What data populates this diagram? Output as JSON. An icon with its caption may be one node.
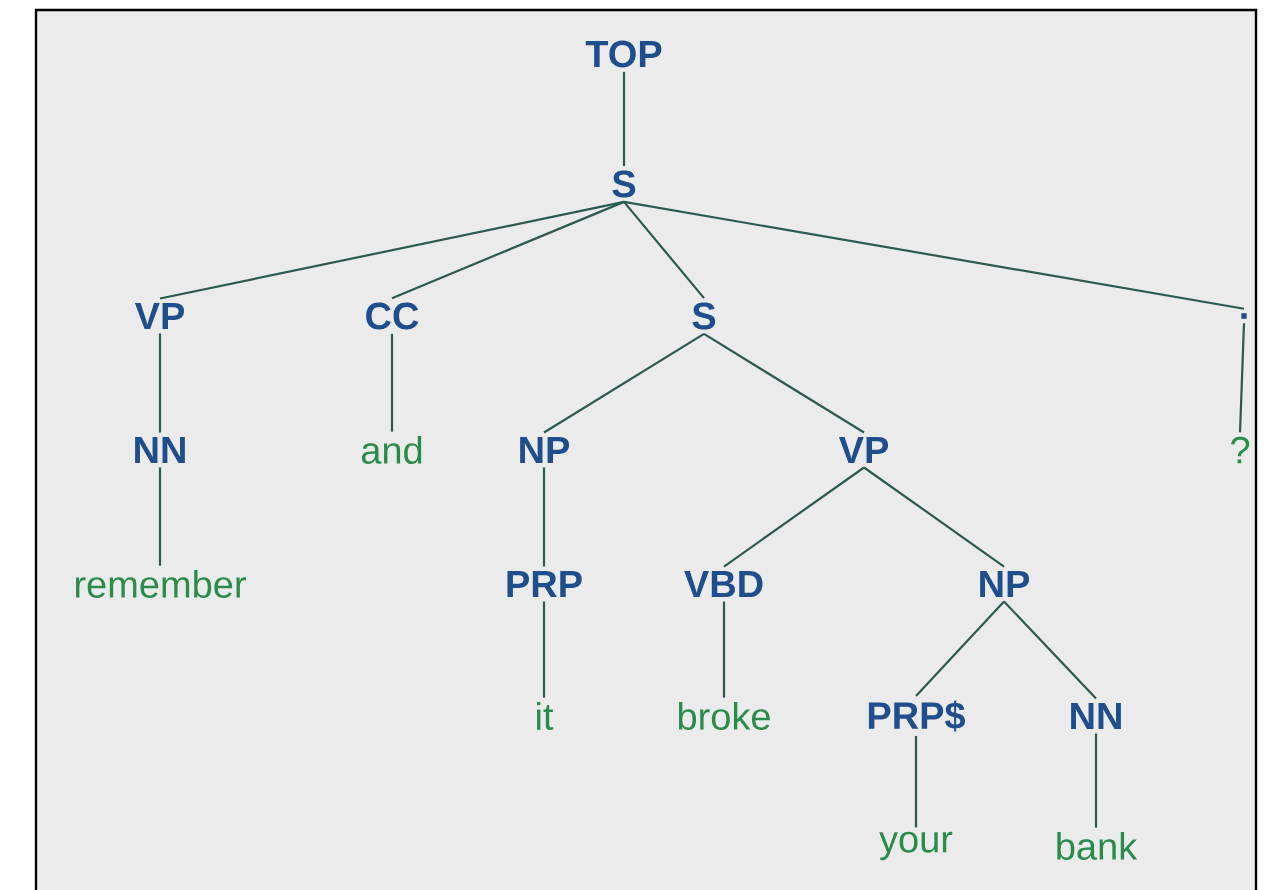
{
  "diagram": {
    "nodes": [
      {
        "text": [
          "TOP"
        ]
      },
      {
        "text": [
          "S"
        ]
      },
      {
        "text": [
          "VP"
        ]
      },
      {
        "text": [
          "CC"
        ]
      },
      {
        "text": [
          "S"
        ]
      },
      {
        "text": [
          "."
        ]
      },
      {
        "text": [
          "NN"
        ]
      },
      {
        "text": [
          "and"
        ]
      },
      {
        "text": [
          "NP"
        ]
      },
      {
        "text": [
          "VP"
        ]
      },
      {
        "text": [
          "?"
        ]
      },
      {
        "text": [
          "remember"
        ]
      },
      {
        "text": [
          "PRP"
        ]
      },
      {
        "text": [
          "VBD"
        ]
      },
      {
        "text": [
          "NP"
        ]
      },
      {
        "text": [
          "it"
        ]
      },
      {
        "text": [
          "broke"
        ]
      },
      {
        "text": [
          "PRP$"
        ]
      },
      {
        "text": [
          "NN"
        ]
      },
      {
        "text": [
          "your"
        ]
      },
      {
        "text": [
          "bank"
        ]
      }
    ],
    "edges": [
      {
        "from": 0,
        "to": 1,
        "arrow": "none"
      },
      {
        "from": 1,
        "to": 2,
        "arrow": "none"
      },
      {
        "from": 1,
        "to": 3,
        "arrow": "none"
      },
      {
        "from": 1,
        "to": 4,
        "arrow": "none"
      },
      {
        "from": 1,
        "to": 5,
        "arrow": "none"
      },
      {
        "from": 2,
        "to": 6,
        "arrow": "none"
      },
      {
        "from": 3,
        "to": 7,
        "arrow": "none"
      },
      {
        "from": 4,
        "to": 8,
        "arrow": "none"
      },
      {
        "from": 4,
        "to": 9,
        "arrow": "none"
      },
      {
        "from": 5,
        "to": 10,
        "arrow": "none"
      },
      {
        "from": 6,
        "to": 11,
        "arrow": "none"
      },
      {
        "from": 8,
        "to": 12,
        "arrow": "none"
      },
      {
        "from": 9,
        "to": 13,
        "arrow": "none"
      },
      {
        "from": 9,
        "to": 14,
        "arrow": "none"
      },
      {
        "from": 12,
        "to": 15,
        "arrow": "none"
      },
      {
        "from": 13,
        "to": 16,
        "arrow": "none"
      },
      {
        "from": 14,
        "to": 17,
        "arrow": "none"
      },
      {
        "from": 14,
        "to": 18,
        "arrow": "none"
      },
      {
        "from": 17,
        "to": 19,
        "arrow": "none"
      },
      {
        "from": 18,
        "to": 20,
        "arrow": "none"
      }
    ]
  }
}
